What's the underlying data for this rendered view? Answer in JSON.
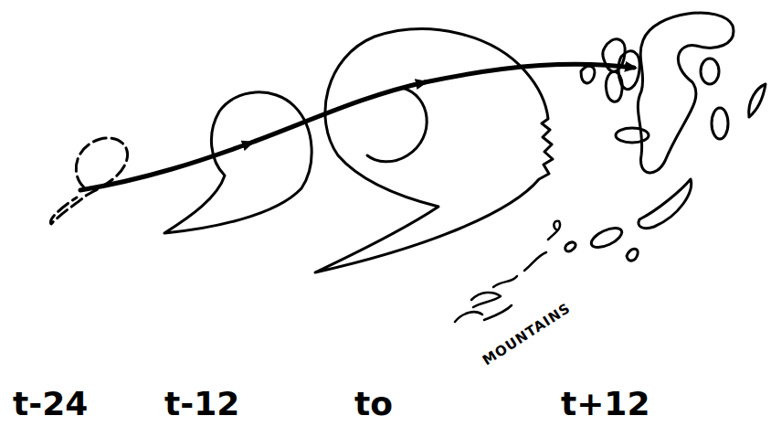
{
  "diagram": {
    "labels": [
      "t-24",
      "t-12",
      "to",
      "t+12",
      "MOUNTAINS"
    ]
  }
}
